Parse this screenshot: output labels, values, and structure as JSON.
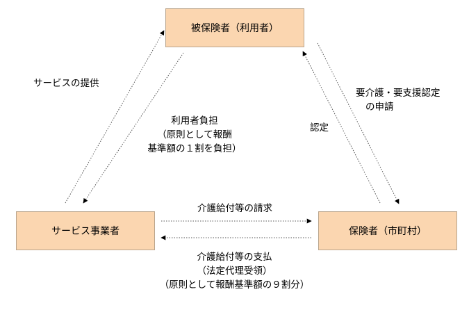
{
  "nodes": {
    "insured": "被保険者（利用者）",
    "provider": "サービス事業者",
    "insurer": "保険者（市町村）"
  },
  "edges": {
    "service_provision": "サービスの提供",
    "user_burden": [
      "利用者負担",
      "（原則として報酬",
      "基準額の１割を負担）"
    ],
    "certification_request": [
      "要介護・要支援認定",
      "の申請"
    ],
    "certification": "認定",
    "benefit_claim": "介護給付等の請求",
    "benefit_payment": [
      "介護給付等の支払",
      "（法定代理受領）",
      "（原則として報酬基準額の９割分）"
    ]
  }
}
